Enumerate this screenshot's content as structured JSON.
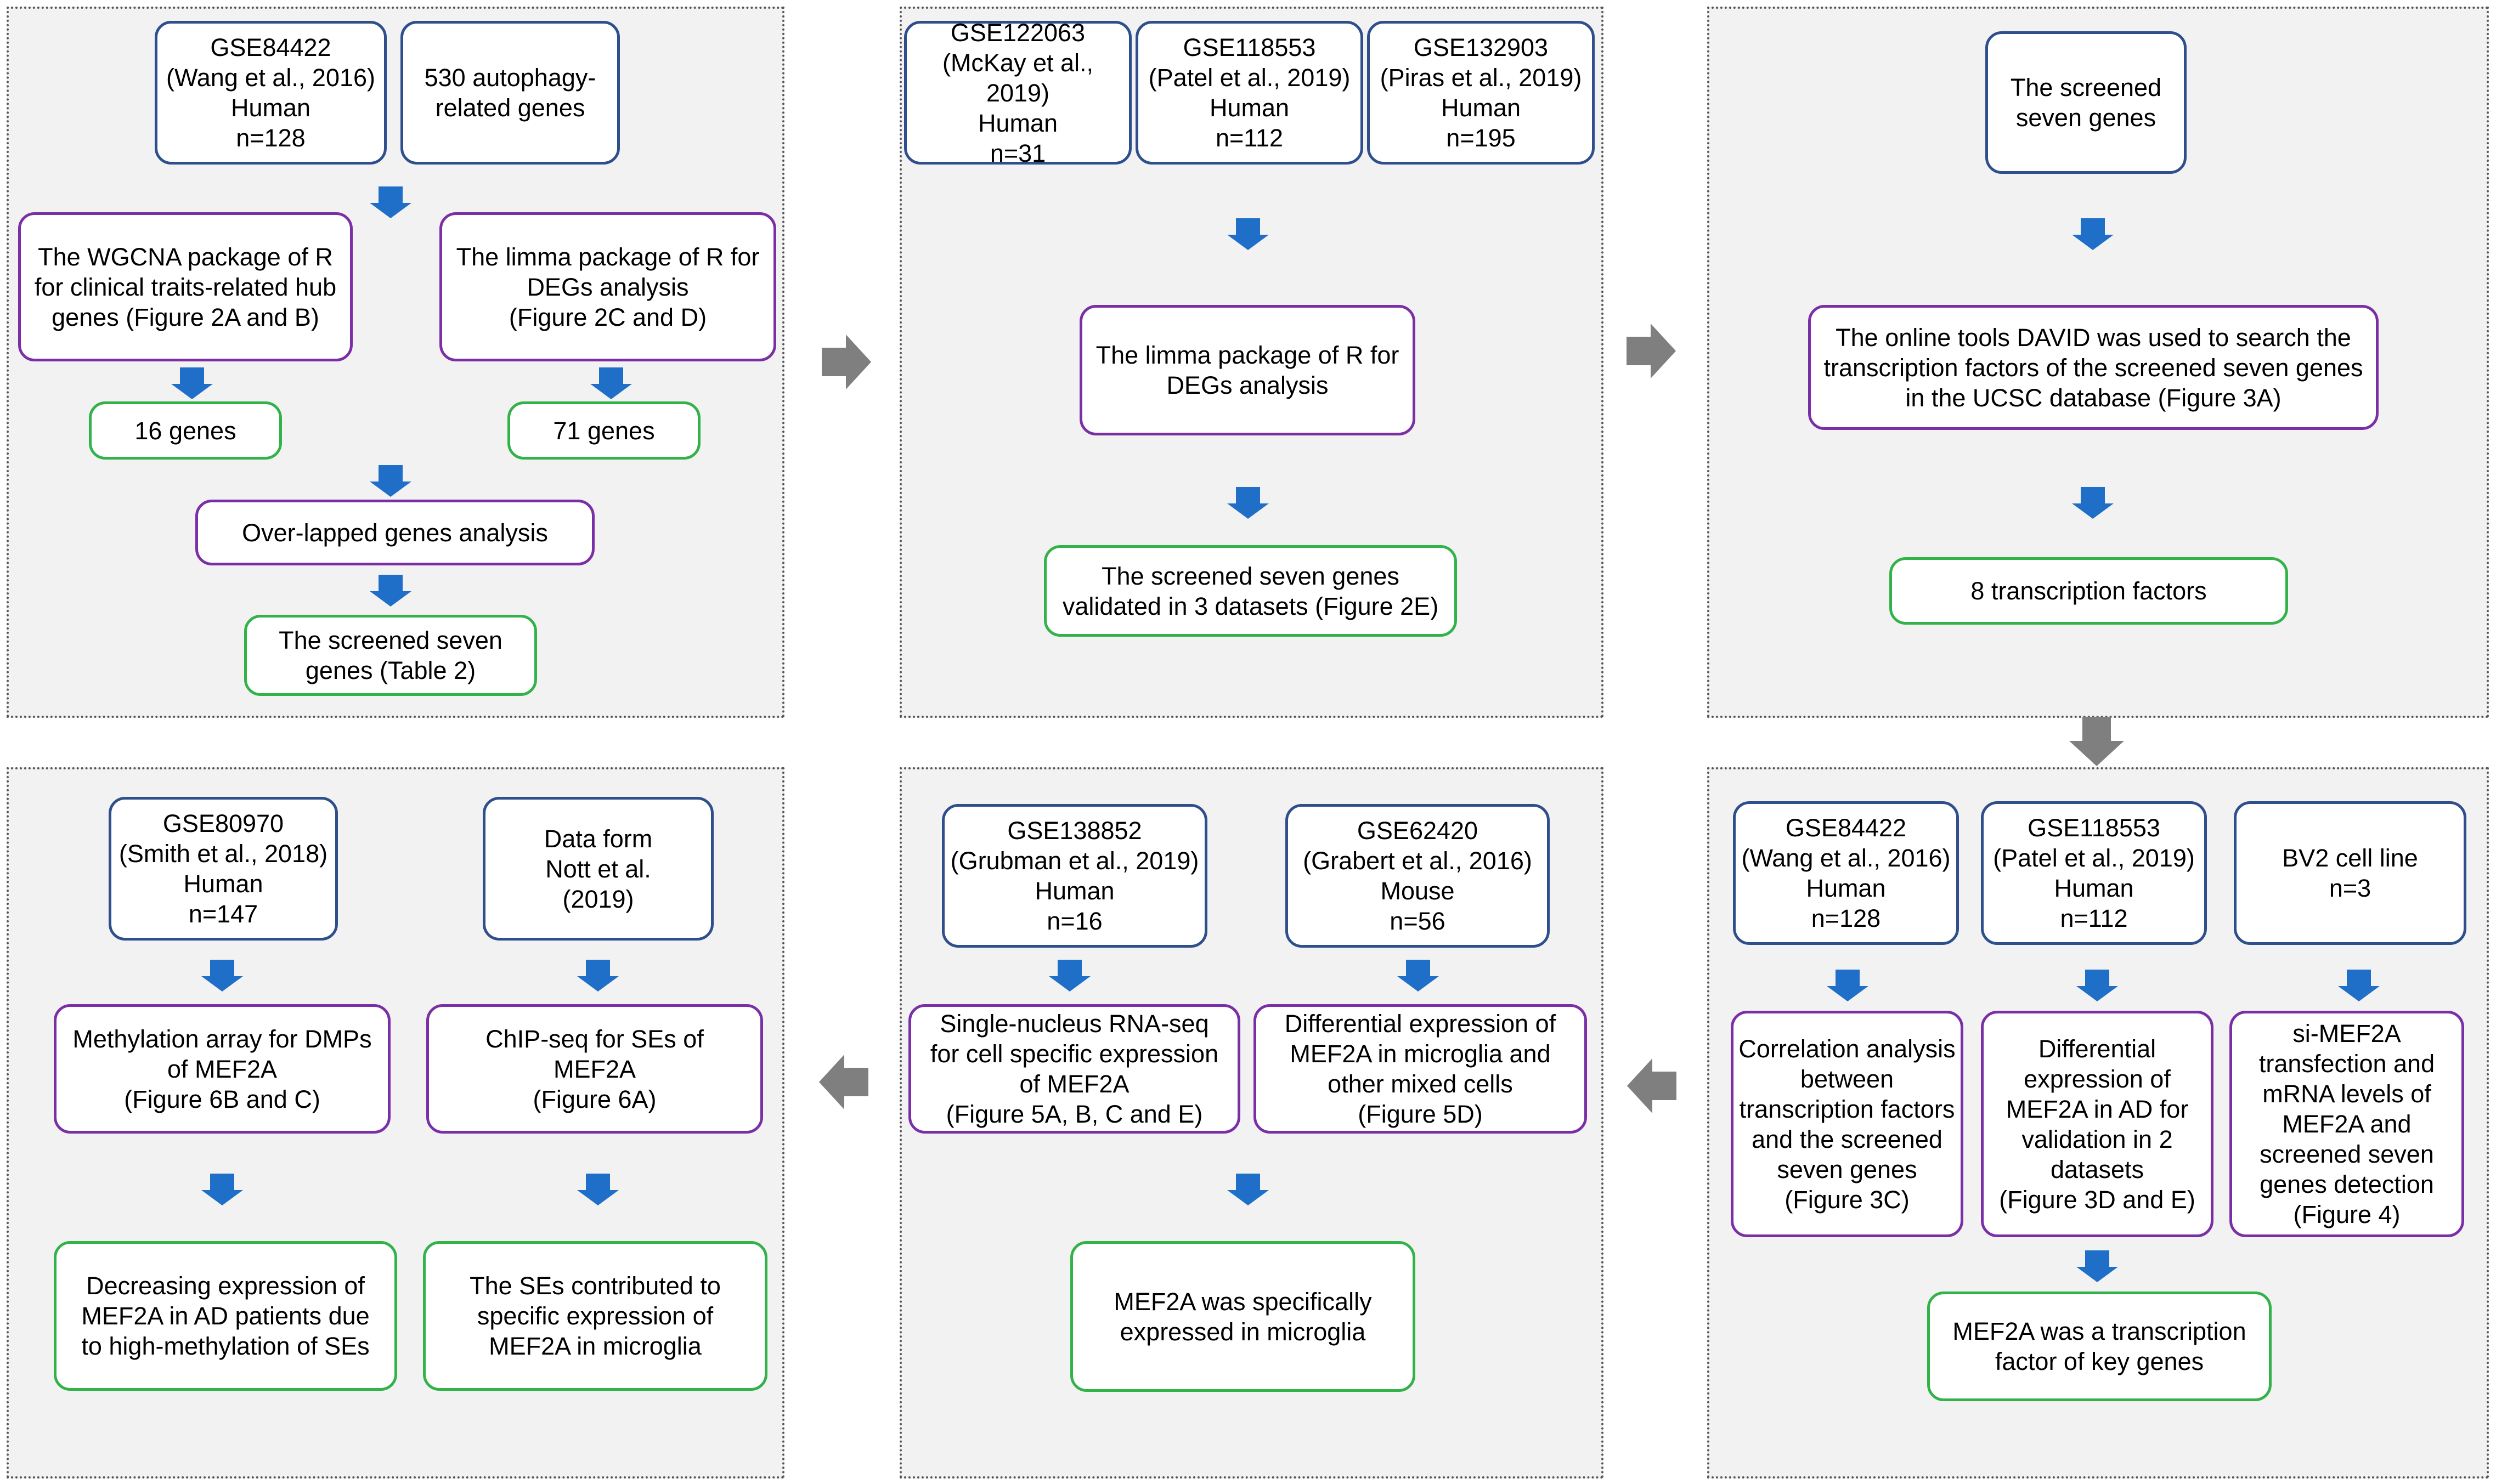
{
  "colors": {
    "panel_fill": "#f2f2f2",
    "panel_border": "#555555",
    "dataset_box": "#2e4f8c",
    "method_box": "#7b2fa6",
    "result_box": "#33b24a",
    "down_arrow": "#1f6fc9",
    "panel_arrow": "#7f7f7f"
  },
  "panel1": {
    "gse84422": "GSE84422\n(Wang et al., 2016)\nHuman\nn=128",
    "autophagy": "530 autophagy-\nrelated genes",
    "wgcna": "The WGCNA package of R\nfor clinical traits-related hub\ngenes (Figure 2A and B)",
    "limma": "The limma package of R for\nDEGs analysis\n(Figure 2C and D)",
    "genes16": "16 genes",
    "genes71": "71 genes",
    "overlap": "Over-lapped genes analysis",
    "screened": "The screened seven\ngenes (Table 2)"
  },
  "panel2": {
    "gse122063": "GSE122063\n(McKay et al., 2019)\nHuman\nn=31",
    "gse118553": "GSE118553\n(Patel et al., 2019)\nHuman\nn=112",
    "gse132903": "GSE132903\n(Piras et al., 2019)\nHuman\nn=195",
    "limma": "The limma package of R for\nDEGs analysis",
    "validated": "The screened seven genes\nvalidated in 3 datasets (Figure 2E)"
  },
  "panel3": {
    "screened": "The screened\nseven genes",
    "david": "The online tools DAVID was used to search the\ntranscription factors of the screened seven genes\nin the UCSC database (Figure 3A)",
    "tf8": "8 transcription factors"
  },
  "panel4": {
    "gse84422": "GSE84422\n(Wang et al., 2016)\nHuman\nn=128",
    "gse118553": "GSE118553\n(Patel et al., 2019)\nHuman\nn=112",
    "bv2": "BV2 cell line\nn=3",
    "correlation": "Correlation analysis\nbetween\ntranscription factors\nand the screened\nseven genes\n(Figure 3C)",
    "differential": "Differential\nexpression of\nMEF2A in AD for\nvalidation in 2\ndatasets\n(Figure 3D and E)",
    "simef2a": "si-MEF2A\ntransfection and\nmRNA levels of\nMEF2A and\nscreened seven\ngenes detection\n(Figure 4)",
    "result": "MEF2A was a transcription\nfactor of key genes"
  },
  "panel5": {
    "gse138852": "GSE138852\n(Grubman et al., 2019)\nHuman\nn=16",
    "gse62420": "GSE62420\n(Grabert et al., 2016)\nMouse\nn=56",
    "single_nucleus": "Single-nucleus RNA-seq\nfor cell specific expression\nof MEF2A\n(Figure 5A, B, C and E)",
    "diff_microglia": "Differential expression of\nMEF2A in microglia and\nother mixed cells\n(Figure 5D)",
    "result": "MEF2A was specifically\nexpressed in microglia"
  },
  "panel6": {
    "gse80970": "GSE80970\n(Smith et al., 2018)\nHuman\nn=147",
    "nott": "Data form\nNott et al.\n(2019)",
    "methylation": "Methylation array for DMPs\nof MEF2A\n(Figure 6B and C)",
    "chipseq": "ChIP-seq for SEs of\nMEF2A\n(Figure 6A)",
    "decreasing": "Decreasing expression of\nMEF2A in AD patients due\nto high-methylation of SEs",
    "ses": "The SEs contributed to\nspecific expression of\nMEF2A in microglia"
  }
}
